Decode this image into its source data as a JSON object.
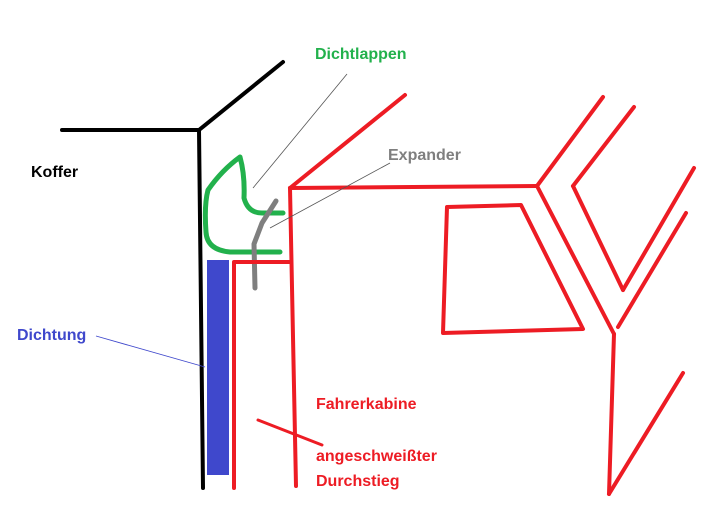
{
  "labels": {
    "koffer": "Koffer",
    "dichtlappen": "Dichtlappen",
    "expander": "Expander",
    "dichtung": "Dichtung",
    "fahrerkabine": "Fahrerkabine",
    "durchstieg_line1": "angeschweißter",
    "durchstieg_line2": "Durchstieg"
  },
  "colors": {
    "koffer": "#000000",
    "dichtlappen": "#22b14c",
    "expander": "#7f7f7f",
    "dichtung": "#3f48cc",
    "cabin": "#ed1c24",
    "leader": "#555555"
  }
}
